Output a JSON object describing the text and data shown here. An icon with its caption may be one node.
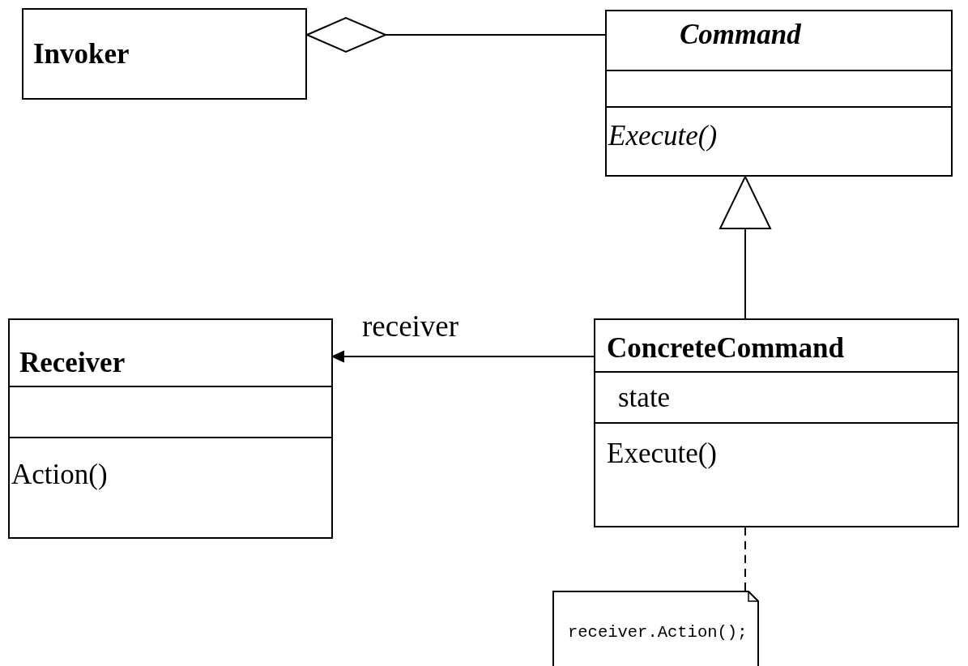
{
  "diagram": {
    "nodes": [
      {
        "text": [
          "Invoker"
        ]
      },
      {
        "text": [
          "Command",
          "Execute()"
        ]
      },
      {
        "text": [
          "Receiver",
          "Action()"
        ]
      },
      {
        "text": [
          "ConcreteCommand",
          "state",
          "Execute()"
        ]
      },
      {
        "text": [
          "receiver.Action();"
        ]
      }
    ],
    "edges": [
      {
        "from": 0,
        "to": 1,
        "arrow": "other"
      },
      {
        "from": 3,
        "to": 1,
        "arrow": "to"
      },
      {
        "from": 3,
        "to": 2,
        "arrow": "to",
        "label": "receiver"
      },
      {
        "from": 3,
        "to": 4,
        "arrow": "none",
        "style": "dashed"
      }
    ]
  }
}
